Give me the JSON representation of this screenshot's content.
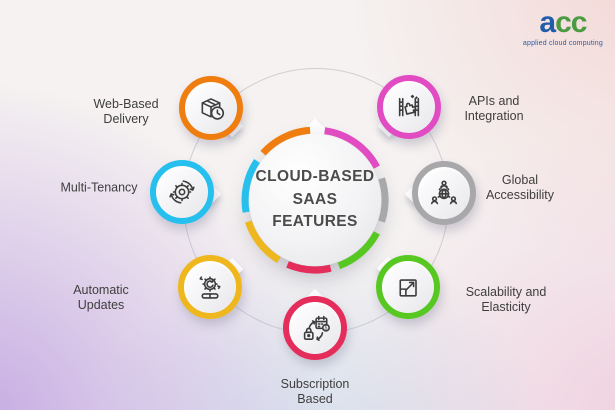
{
  "logo": {
    "text_a": "a",
    "text_cc": "cc",
    "tagline": "applied cloud computing",
    "blue": "#1f5ca9",
    "green": "#4a9b42"
  },
  "center": {
    "title": "CLOUD-BASED\nSAAS FEATURES",
    "ring_segments": [
      {
        "name": "web-based-delivery",
        "color": "#ef7d10",
        "from": 312,
        "to": 356
      },
      {
        "name": "apis-and-integration",
        "color": "#e14cc3",
        "from": 8,
        "to": 62
      },
      {
        "name": "global-accessibility",
        "color": "#a8a8aa",
        "from": 72,
        "to": 108
      },
      {
        "name": "scalability-elasticity",
        "color": "#57c722",
        "from": 118,
        "to": 160
      },
      {
        "name": "subscription-based",
        "color": "#e52d5c",
        "from": 167,
        "to": 203
      },
      {
        "name": "automatic-updates",
        "color": "#efb71e",
        "from": 211,
        "to": 252
      },
      {
        "name": "multi-tenancy",
        "color": "#27c0ee",
        "from": 260,
        "to": 304
      }
    ]
  },
  "features": [
    {
      "label": "Web-Based\nDelivery",
      "color": "#ef7d10",
      "icon": "package-clock-icon"
    },
    {
      "label": "Multi-Tenancy",
      "color": "#27c0ee",
      "icon": "gear-sync-icon"
    },
    {
      "label": "Automatic\nUpdates",
      "color": "#efb71e",
      "icon": "gear-update-icon"
    },
    {
      "label": "Subscription\nBased",
      "color": "#e52d5c",
      "icon": "subscription-renewal-icon"
    },
    {
      "label": "Scalability and\nElasticity",
      "color": "#57c722",
      "icon": "expand-arrows-icon"
    },
    {
      "label": "Global\nAccessibility",
      "color": "#a8a8aa",
      "icon": "globe-users-icon"
    },
    {
      "label": "APIs and\nIntegration",
      "color": "#e14cc3",
      "icon": "puzzle-integration-icon"
    }
  ]
}
